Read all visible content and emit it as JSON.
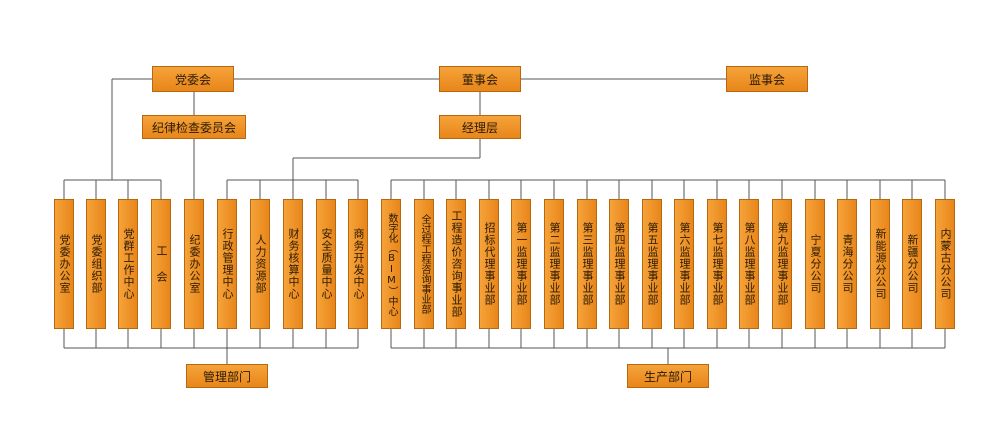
{
  "top": {
    "party": "党委会",
    "board": "董事会",
    "supervisory": "监事会"
  },
  "second": {
    "discipline": "纪律检查委员会",
    "manager": "经理层"
  },
  "departments": [
    "党委办公室",
    "党委组织部",
    "党群工作中心",
    "工  会",
    "纪委办公室",
    "行政管理中心",
    "人力资源部",
    "财务核算中心",
    "安全质量中心",
    "商务开发中心",
    "数字化（BIM）中心",
    "全过程工程咨询事业部",
    "工程造价咨询事业部",
    "招标代理事业部",
    "第一监理事业部",
    "第二监理事业部",
    "第三监理事业部",
    "第四监理事业部",
    "第五监理事业部",
    "第六监理事业部",
    "第七监理事业部",
    "第八监理事业部",
    "第九监理事业部",
    "宁夏分公司",
    "青海分公司",
    "新能源分公司",
    "新疆分公司",
    "内蒙古分公司"
  ],
  "groups": {
    "management": "管理部门",
    "production": "生产部门"
  }
}
